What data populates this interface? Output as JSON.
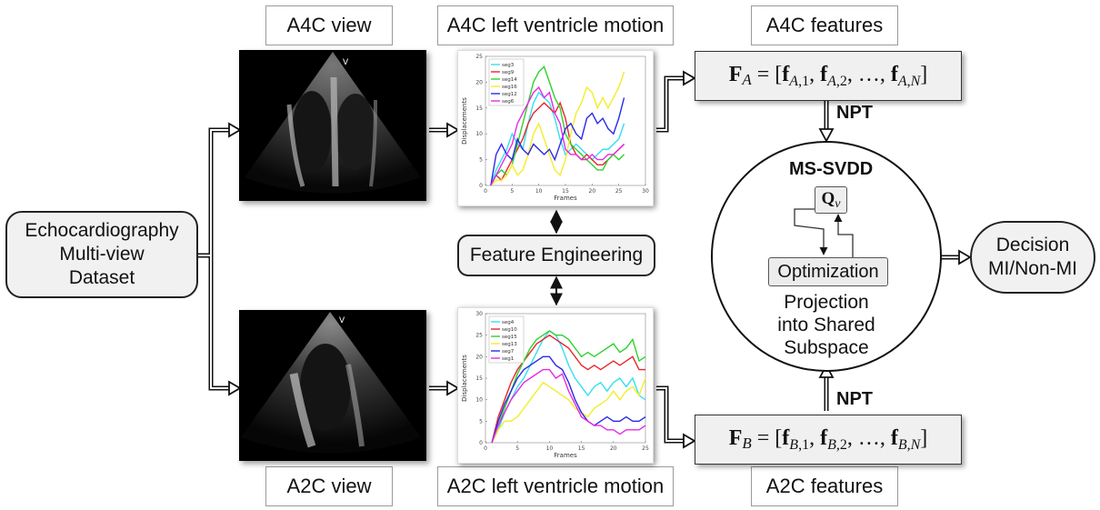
{
  "labels": {
    "a4c_view": "A4C view",
    "a4c_motion": "A4C left ventricle motion",
    "a4c_features": "A4C features",
    "a2c_view": "A2C view",
    "a2c_motion": "A2C left ventricle motion",
    "a2c_features": "A2C features"
  },
  "dataset": {
    "line1": "Echocardiography",
    "line2": "Multi-view",
    "line3": "Dataset"
  },
  "feature_engineering": "Feature Engineering",
  "decision": {
    "line1": "Decision",
    "line2": "MI/Non-MI"
  },
  "npt": "NPT",
  "mssvdd": {
    "title": "MS-SVDD",
    "optimization": "Optimization",
    "projection": {
      "line1": "Projection",
      "line2": "into Shared",
      "line3": "Subspace"
    }
  },
  "colors": {
    "cyan": "#33e0f0",
    "red": "#e8262a",
    "green": "#2fd12f",
    "yellow": "#f2ee2a",
    "blue": "#2a2ae8",
    "magenta": "#e52ae5"
  },
  "chart_data": [
    {
      "type": "line",
      "xlabel": "Frames",
      "ylabel": "Displacements",
      "xlim": [
        0,
        30
      ],
      "ylim": [
        0,
        25
      ],
      "xticks": [
        "0",
        "5",
        "10",
        "15",
        "20",
        "25",
        "30"
      ],
      "yticks": [
        "0",
        "5",
        "10",
        "15",
        "20",
        "25"
      ],
      "series": [
        {
          "name": "seg3",
          "color": "cyan",
          "x": [
            1,
            2,
            3,
            4,
            5,
            6,
            7,
            8,
            9,
            10,
            11,
            12,
            13,
            14,
            15,
            16,
            17,
            18,
            19,
            20,
            21,
            22,
            23,
            24,
            25,
            26
          ],
          "y": [
            0,
            3,
            5,
            7,
            10,
            8,
            7,
            12,
            16,
            18,
            17,
            16,
            13,
            9,
            6,
            7,
            8,
            7,
            6,
            5,
            6,
            7,
            7,
            8,
            9,
            12
          ]
        },
        {
          "name": "seg9",
          "color": "red",
          "x": [
            1,
            2,
            3,
            4,
            5,
            6,
            7,
            8,
            9,
            10,
            11,
            12,
            13,
            14,
            15,
            16,
            17,
            18,
            19,
            20,
            21,
            22,
            23,
            24,
            25,
            26
          ],
          "y": [
            0,
            2,
            1,
            3,
            5,
            7,
            9,
            12,
            14,
            15,
            16,
            15,
            14,
            16,
            13,
            8,
            6,
            5,
            6,
            5,
            4,
            4,
            5,
            6,
            7,
            8
          ]
        },
        {
          "name": "seg14",
          "color": "green",
          "x": [
            1,
            2,
            3,
            4,
            5,
            6,
            7,
            8,
            9,
            10,
            11,
            12,
            13,
            14,
            15,
            16,
            17,
            18,
            19,
            20,
            21,
            22,
            23,
            24,
            25,
            26
          ],
          "y": [
            0,
            2,
            3,
            2,
            4,
            8,
            12,
            16,
            20,
            22,
            23,
            20,
            17,
            15,
            10,
            8,
            7,
            6,
            5,
            4,
            3,
            3,
            5,
            6,
            5,
            6
          ]
        },
        {
          "name": "seg16",
          "color": "yellow",
          "x": [
            1,
            2,
            3,
            4,
            5,
            6,
            7,
            8,
            9,
            10,
            11,
            12,
            13,
            14,
            15,
            16,
            17,
            18,
            19,
            20,
            21,
            22,
            23,
            24,
            25,
            26
          ],
          "y": [
            0,
            1,
            1,
            2,
            4,
            2,
            3,
            6,
            10,
            12,
            9,
            6,
            3,
            2,
            5,
            10,
            14,
            16,
            19,
            18,
            15,
            17,
            15,
            17,
            19,
            22
          ]
        },
        {
          "name": "seg12",
          "color": "blue",
          "x": [
            1,
            2,
            3,
            4,
            5,
            6,
            7,
            8,
            9,
            10,
            11,
            12,
            13,
            14,
            15,
            16,
            17,
            18,
            19,
            20,
            21,
            22,
            23,
            24,
            25,
            26
          ],
          "y": [
            0,
            6,
            8,
            6,
            5,
            9,
            7,
            6,
            8,
            7,
            6,
            7,
            5,
            8,
            11,
            12,
            10,
            9,
            13,
            14,
            12,
            13,
            11,
            10,
            13,
            17
          ]
        },
        {
          "name": "seg6",
          "color": "magenta",
          "x": [
            1,
            2,
            3,
            4,
            5,
            6,
            7,
            8,
            9,
            10,
            11,
            12,
            13,
            14,
            15,
            16,
            17,
            18,
            19,
            20,
            21,
            22,
            23,
            24,
            25,
            26
          ],
          "y": [
            0,
            2,
            4,
            6,
            8,
            12,
            14,
            16,
            18,
            19,
            17,
            18,
            14,
            12,
            7,
            6,
            6,
            5,
            5,
            6,
            5,
            5,
            6,
            6,
            7,
            8
          ]
        }
      ]
    },
    {
      "type": "line",
      "xlabel": "Frames",
      "ylabel": "Displacements",
      "xlim": [
        0,
        25
      ],
      "ylim": [
        0,
        30
      ],
      "xticks": [
        "0",
        "5",
        "10",
        "15",
        "20",
        "25"
      ],
      "yticks": [
        "0",
        "5",
        "10",
        "15",
        "20",
        "25",
        "30"
      ],
      "series": [
        {
          "name": "seg4",
          "color": "cyan",
          "x": [
            1,
            2,
            3,
            4,
            5,
            6,
            7,
            8,
            9,
            10,
            11,
            12,
            13,
            14,
            15,
            16,
            17,
            18,
            19,
            20,
            21,
            22,
            23,
            24,
            25
          ],
          "y": [
            0,
            3,
            7,
            10,
            13,
            15,
            18,
            21,
            24,
            26,
            25,
            22,
            18,
            15,
            13,
            11,
            13,
            14,
            12,
            14,
            15,
            13,
            15,
            11,
            10
          ]
        },
        {
          "name": "seg10",
          "color": "red",
          "x": [
            1,
            2,
            3,
            4,
            5,
            6,
            7,
            8,
            9,
            10,
            11,
            12,
            13,
            14,
            15,
            16,
            17,
            18,
            19,
            20,
            21,
            22,
            23,
            24,
            25
          ],
          "y": [
            0,
            6,
            10,
            14,
            17,
            19,
            21,
            23,
            24,
            25,
            24,
            23,
            22,
            20,
            18,
            17,
            18,
            17,
            18,
            19,
            18,
            19,
            20,
            17,
            17
          ]
        },
        {
          "name": "seg15",
          "color": "green",
          "x": [
            1,
            2,
            3,
            4,
            5,
            6,
            7,
            8,
            9,
            10,
            11,
            12,
            13,
            14,
            15,
            16,
            17,
            18,
            19,
            20,
            21,
            22,
            23,
            24,
            25
          ],
          "y": [
            0,
            4,
            8,
            12,
            16,
            19,
            22,
            24,
            25,
            26,
            25,
            25,
            24,
            22,
            20,
            21,
            20,
            21,
            22,
            23,
            21,
            22,
            24,
            19,
            20
          ]
        },
        {
          "name": "seg13",
          "color": "yellow",
          "x": [
            1,
            2,
            3,
            4,
            5,
            6,
            7,
            8,
            9,
            10,
            11,
            12,
            13,
            14,
            15,
            16,
            17,
            18,
            19,
            20,
            21,
            22,
            23,
            24,
            25
          ],
          "y": [
            0,
            3,
            5,
            5,
            6,
            8,
            10,
            12,
            14,
            13,
            12,
            11,
            10,
            8,
            7,
            6,
            8,
            9,
            10,
            12,
            10,
            12,
            13,
            11,
            15
          ]
        },
        {
          "name": "seg7",
          "color": "blue",
          "x": [
            1,
            2,
            3,
            4,
            5,
            6,
            7,
            8,
            9,
            10,
            11,
            12,
            13,
            14,
            15,
            16,
            17,
            18,
            19,
            20,
            21,
            22,
            23,
            24,
            25
          ],
          "y": [
            0,
            5,
            9,
            12,
            15,
            17,
            18,
            19,
            20,
            20,
            18,
            17,
            14,
            10,
            7,
            5,
            4,
            5,
            6,
            5,
            5,
            6,
            5,
            5,
            6
          ]
        },
        {
          "name": "seg1",
          "color": "magenta",
          "x": [
            1,
            2,
            3,
            4,
            5,
            6,
            7,
            8,
            9,
            10,
            11,
            12,
            13,
            14,
            15,
            16,
            17,
            18,
            19,
            20,
            21,
            22,
            23,
            24,
            25
          ],
          "y": [
            0,
            4,
            7,
            10,
            12,
            14,
            15,
            16,
            17,
            17,
            15,
            16,
            12,
            9,
            6,
            5,
            4,
            4,
            3,
            3,
            2,
            3,
            3,
            3,
            4
          ]
        }
      ]
    }
  ]
}
